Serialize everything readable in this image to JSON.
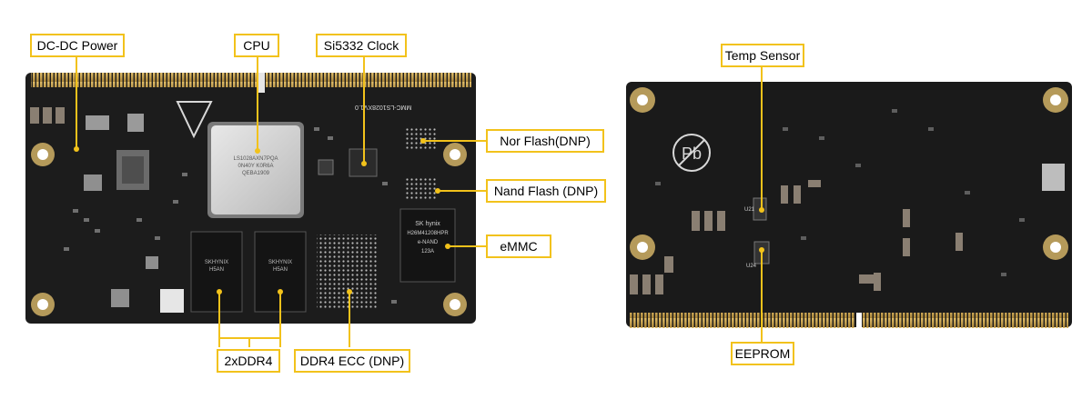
{
  "labels": {
    "dcdc_power": "DC-DC Power",
    "cpu": "CPU",
    "si5332_clock": "Si5332 Clock",
    "nor_flash": "Nor Flash(DNP)",
    "nand_flash": "Nand Flash (DNP)",
    "emmc": "eMMC",
    "ddr4": "2xDDR4",
    "ddr4_ecc": "DDR4 ECC (DNP)",
    "temp_sensor": "Temp Sensor",
    "eeprom": "EEPROM"
  },
  "silkscreen": {
    "board_name": "MMC-LS1028XV1.0",
    "cpu_marking": [
      "LS1028AXN7PQA",
      "0N40Y K0R6A",
      "QEBA1909"
    ],
    "ram_left": [
      "SKHYNIX",
      "H5AN"
    ],
    "ram_right": [
      "SKHYNIX",
      "H5AN"
    ],
    "emmc_marking": [
      "SK hynix",
      "H26M41208HPR",
      "e-NAND",
      "123A"
    ],
    "pb_free": "Pb",
    "u21": "U21",
    "u24": "U24"
  },
  "colors": {
    "accent": "#f2c21b",
    "pcb": "#1c1c1c",
    "gold": "#c9a24a"
  }
}
